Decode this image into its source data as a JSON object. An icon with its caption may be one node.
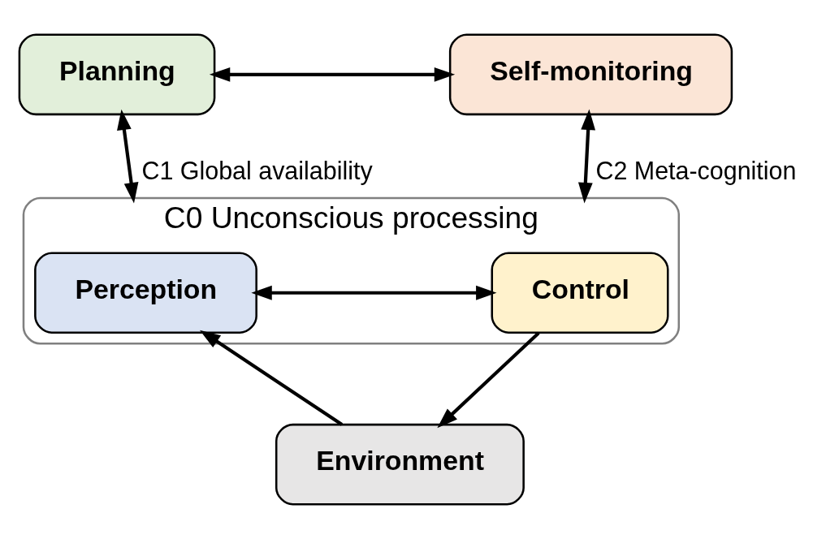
{
  "diagram": {
    "nodes": [
      {
        "text": [
          "Planning"
        ]
      },
      {
        "text": [
          "Self-monitoring"
        ]
      },
      {
        "text": [
          "C0 Unconscious processing"
        ]
      },
      {
        "text": [
          "Perception"
        ],
        "in": 2
      },
      {
        "text": [
          "Control"
        ],
        "in": 2
      },
      {
        "text": [
          "Environment"
        ]
      }
    ],
    "edges": [
      {
        "from": 0,
        "to": 1,
        "arrow": "both"
      },
      {
        "from": 0,
        "to": 2,
        "arrow": "both",
        "label": "C1 Global availability"
      },
      {
        "from": 1,
        "to": 2,
        "arrow": "both",
        "label": "C2 Meta-cognition"
      },
      {
        "from": 3,
        "to": 4,
        "arrow": "both"
      },
      {
        "from": 4,
        "to": 5,
        "arrow": "to"
      },
      {
        "from": 5,
        "to": 3,
        "arrow": "to"
      }
    ]
  }
}
